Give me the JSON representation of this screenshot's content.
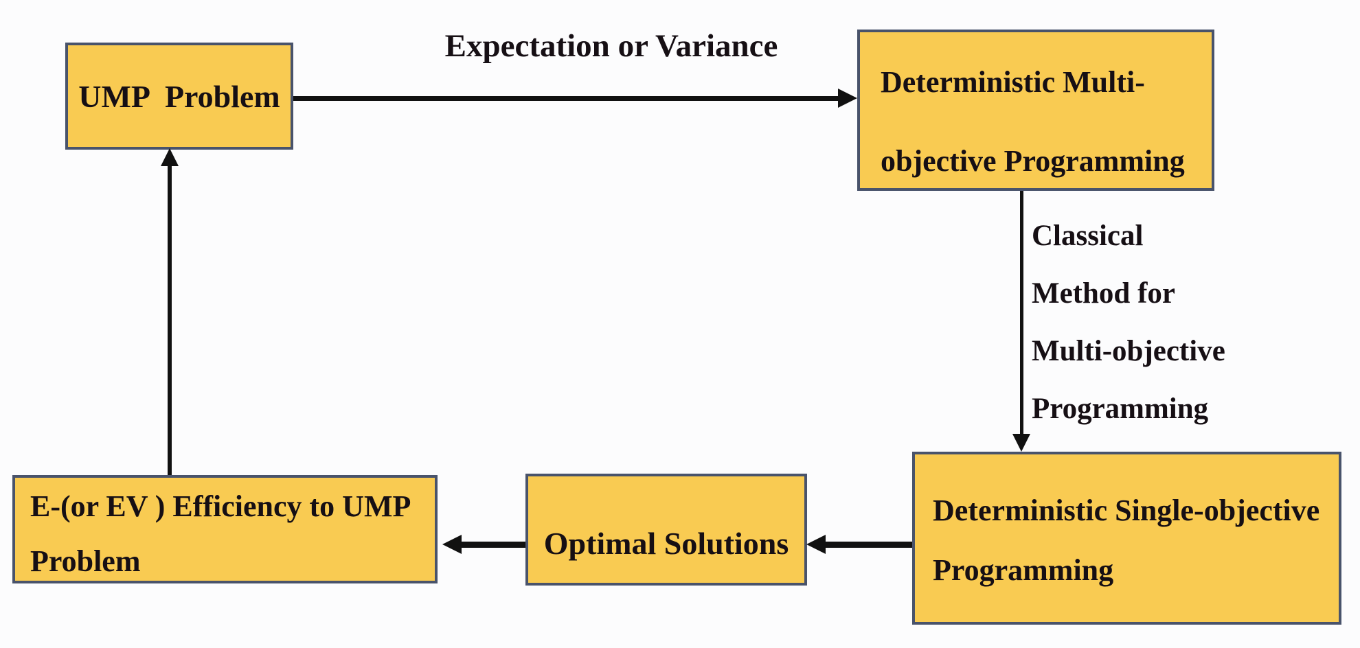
{
  "colors": {
    "background": "#FCFCFD",
    "box_fill": "#F9CB52",
    "box_border": "#49536B",
    "arrow": "#111111",
    "text": "#160F14"
  },
  "boxes": {
    "ump": {
      "label": "UMP Problem"
    },
    "multi": {
      "lines": [
        "Deterministic Multi-",
        "objective Programming"
      ]
    },
    "single": {
      "lines": [
        "Deterministic Single-objective",
        "Programming"
      ]
    },
    "optimal": {
      "label": "Optimal Solutions"
    },
    "ev": {
      "lines": [
        "E-(or EV ) Efficiency to UMP",
        "Problem"
      ]
    }
  },
  "edges": {
    "expectation": {
      "label": "Expectation or Variance"
    },
    "classical": {
      "lines": [
        "Classical",
        "Method for",
        "Multi-objective",
        "Programming"
      ]
    }
  }
}
